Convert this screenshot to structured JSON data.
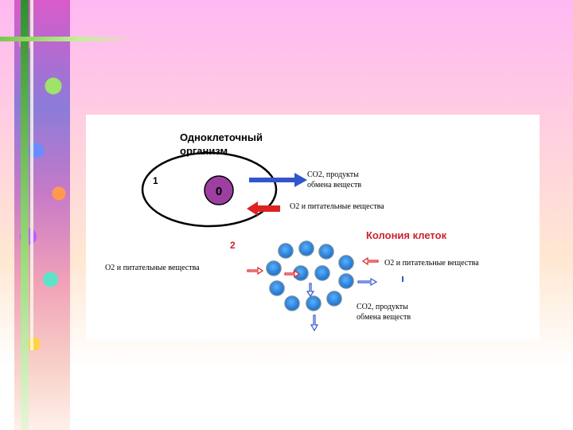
{
  "organism_title": [
    "Одноклеточный",
    "организм"
  ],
  "label_1": "1",
  "label_2": "2",
  "cell_label": "0",
  "out_label": [
    "CO2, продукты",
    "обмена веществ"
  ],
  "in_label": "O2 и питательные вещества",
  "colony_title": "Колония клеток",
  "colony_in_left": "O2 и питательные вещества",
  "colony_in_right": "O2 и питательные вещества",
  "colony_out": [
    "CO2, продукты",
    "обмена веществ"
  ],
  "colors": {
    "cell_fill": "#9c3fa0",
    "arrow_blue": "#3355cc",
    "arrow_red": "#dd2222",
    "colony_cell": "#2a88d8",
    "title_red": "#cc2233"
  }
}
